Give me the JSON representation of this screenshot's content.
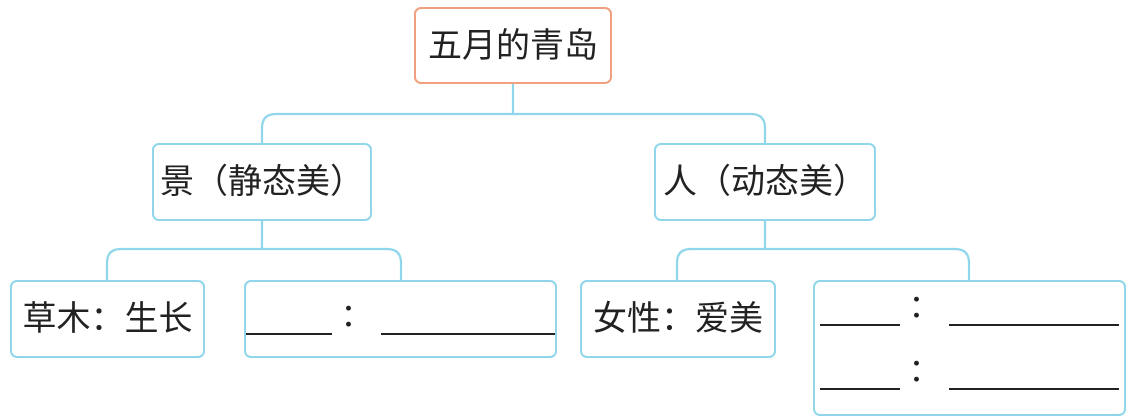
{
  "root": {
    "label": "五月的青岛"
  },
  "branches": [
    {
      "label": "景（静态美）",
      "children": [
        {
          "label": "草木：生长"
        },
        {
          "blank_separator": "："
        }
      ]
    },
    {
      "label": "人（动态美）",
      "children": [
        {
          "label": "女性：爱美"
        },
        {
          "blank_separator": "："
        }
      ]
    }
  ]
}
